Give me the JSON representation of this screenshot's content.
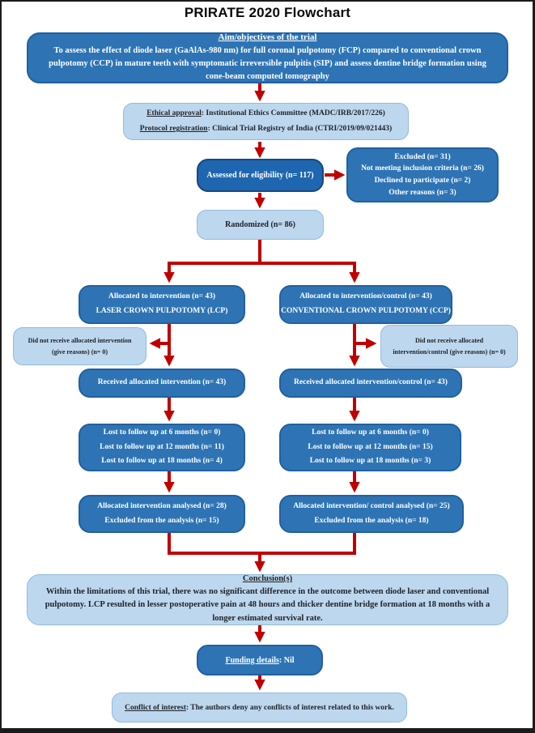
{
  "title": "PRIRATE 2020 Flowchart",
  "palette": {
    "box_dark": "#2e74b5",
    "box_dark_deep": "#1e66af",
    "box_light": "#bdd7ee",
    "border_dark": "#2160a0",
    "border_dark_deep": "#17497f",
    "border_light": "#92bbdf",
    "text_on_dark": "#ffffff",
    "text_on_light": "#1e2228",
    "arrow": "#c00000",
    "frame": "#1b1b1b",
    "background": "#ffffff"
  },
  "boxes": {
    "aim": {
      "heading": "Aim/objectives of the trial",
      "body": "To assess the effect of diode laser (GaAlAs-980 nm) for full coronal pulpotomy (FCP) compared to conventional crown pulpotomy (CCP) in mature teeth with symptomatic irreversible pulpitis (SIP) and assess dentine bridge formation using cone-beam computed tomography"
    },
    "ethics": {
      "line1_label": "Ethical approval",
      "line1_text": ": Institutional Ethics Committee (MADC/IRB/2017/226)",
      "line2_label": "Protocol registration",
      "line2_text": ": Clinical Trial Registry of India (CTRI/2019/09/021443)"
    },
    "assessed": {
      "text": "Assessed for eligibility (n= 117)"
    },
    "excluded": {
      "lines": [
        "Excluded (n= 31)",
        "Not meeting inclusion criteria (n= 26)",
        "Declined to participate (n= 2)",
        "Other reasons (n= 3)"
      ]
    },
    "randomized": {
      "text": "Randomized (n= 86)"
    },
    "alloc_left": {
      "lines": [
        "Allocated to intervention (n= 43)",
        "LASER CROWN PULPOTOMY (LCP)"
      ]
    },
    "alloc_right": {
      "lines": [
        "Allocated to intervention/control (n= 43)",
        "CONVENTIONAL CROWN PULPOTOMY (CCP)"
      ]
    },
    "dnr_left": {
      "lines": [
        "Did not receive allocated intervention",
        "(give reasons) (n= 0)"
      ]
    },
    "dnr_right": {
      "lines": [
        "Did not receive allocated",
        "intervention/control (give reasons) (n= 0)"
      ]
    },
    "received_left": {
      "text": "Received allocated intervention (n= 43)"
    },
    "received_right": {
      "text": "Received allocated intervention/control (n= 43)"
    },
    "lost_left": {
      "lines": [
        "Lost to follow up at 6 months (n= 0)",
        "Lost to follow up at 12 months (n= 11)",
        "Lost to follow up at 18 months (n= 4)"
      ]
    },
    "lost_right": {
      "lines": [
        "Lost to follow up at 6 months (n= 0)",
        "Lost to follow up at 12 months (n= 15)",
        "Lost to follow up at 18 months (n= 3)"
      ]
    },
    "analysed_left": {
      "lines": [
        "Allocated intervention analysed (n= 28)",
        "Excluded from the analysis (n= 15)"
      ]
    },
    "analysed_right": {
      "lines": [
        "Allocated intervention/ control analysed (n= 25)",
        "Excluded from the analysis (n= 18)"
      ]
    },
    "conclusion": {
      "heading": "Conclusion(s)",
      "body": "Within the limitations of this trial, there was no significant difference in the outcome between diode laser and conventional pulpotomy. LCP resulted in lesser postoperative pain at 48 hours and thicker dentine bridge formation at 18 months with a longer estimated survival rate."
    },
    "funding": {
      "label": "Funding details",
      "text": ": Nil"
    },
    "conflict": {
      "label": "Conflict of interest",
      "text": ": The authors deny any conflicts of interest related to this work."
    }
  }
}
